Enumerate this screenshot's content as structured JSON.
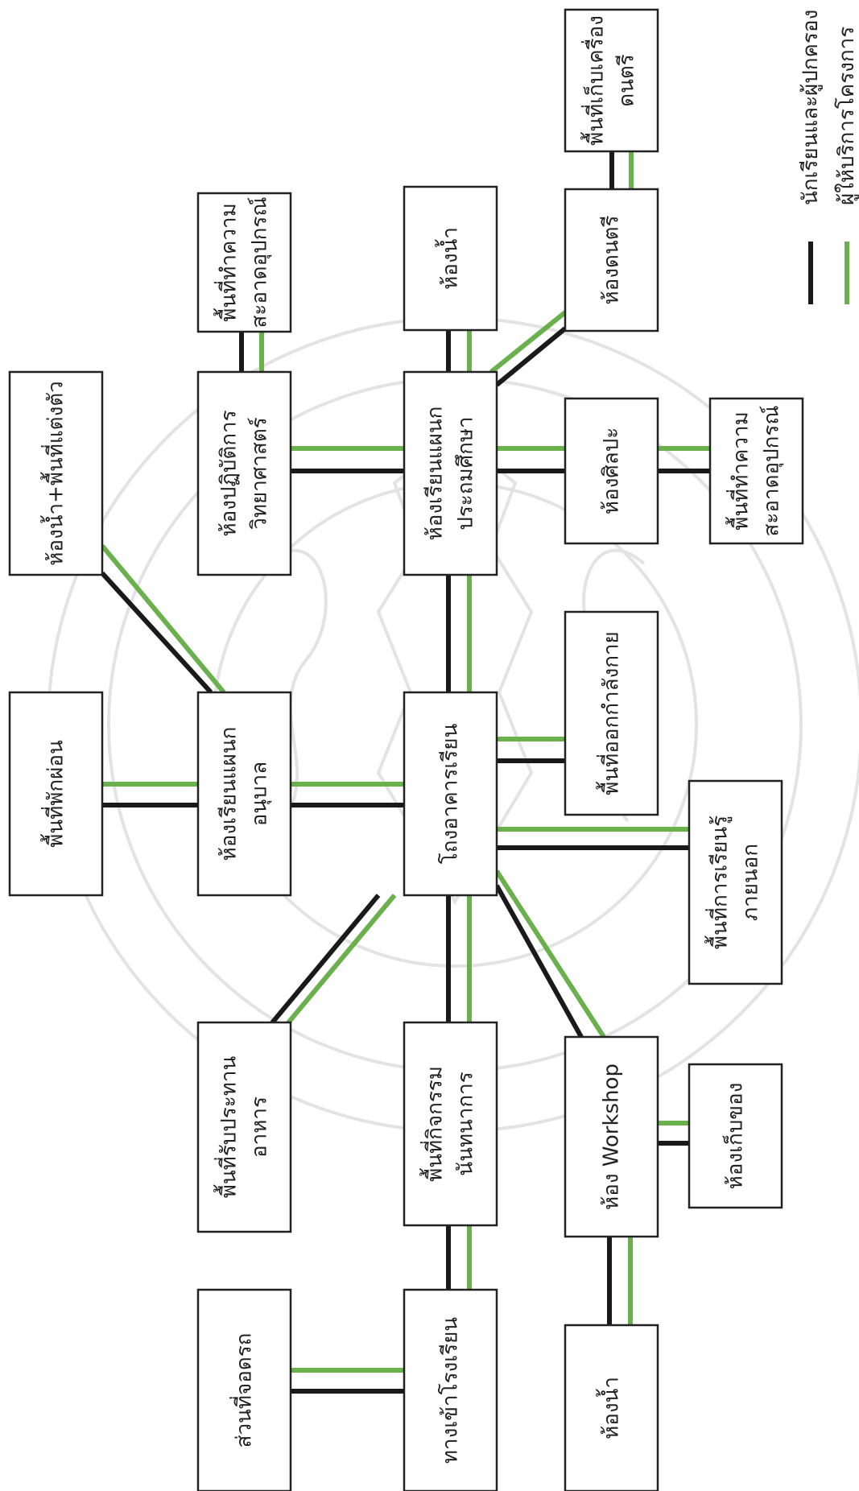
{
  "colors": {
    "students_parents": "#1a1a1a",
    "service_staff": "#6ab04c"
  },
  "legend": {
    "students_parents": "นักเรียนและผู้ปกครอง",
    "service_staff": "ผู้ให้บริการโครงการ"
  },
  "nodes": {
    "rest": [
      "พื้นที่พักผ่อน"
    ],
    "toilet_dress": [
      "ห้องน้ำ+พื้นที่แต่งตัว"
    ],
    "kinder": [
      "ห้องเรียนแผนก",
      "อนุบาล"
    ],
    "sci_lab": [
      "ห้องปฏิบัติการ",
      "วิทยาศาสตร์"
    ],
    "clean_sci": [
      "พื้นที่ทำความ",
      "สะอาดอุปกรณ์"
    ],
    "canteen": [
      "พื้นที่รับประทาน",
      "อาหาร"
    ],
    "parking": [
      "ส่วนที่จอดรถ"
    ],
    "hall": [
      "โถงอาคารเรียน"
    ],
    "primary": [
      "ห้องเรียนแผนก",
      "ประถมศึกษา"
    ],
    "toilet_top": [
      "ห้องน้ำ"
    ],
    "recreation": [
      "พื้นที่กิจกรรม",
      "นันทนาการ"
    ],
    "entrance": [
      "ทางเข้าโรงเรียน"
    ],
    "exercise": [
      "พื้นที่ออกกำลังกาย"
    ],
    "art": [
      "ห้องศิลปะ"
    ],
    "music": [
      "ห้องดนตรี"
    ],
    "instrument": [
      "พื้นที่เก็บเครื่อง",
      "ดนตรี"
    ],
    "workshop": [
      "ห้อง Workshop"
    ],
    "toilet_bot": [
      "ห้องน้ำ"
    ],
    "outdoor": [
      "พื้นที่การเรียนรู้",
      "ภายนอก"
    ],
    "storage": [
      "ห้องเก็บของ"
    ],
    "clean_art": [
      "พื้นที่ทำความ",
      "สะอาดอุปกรณ์"
    ]
  }
}
